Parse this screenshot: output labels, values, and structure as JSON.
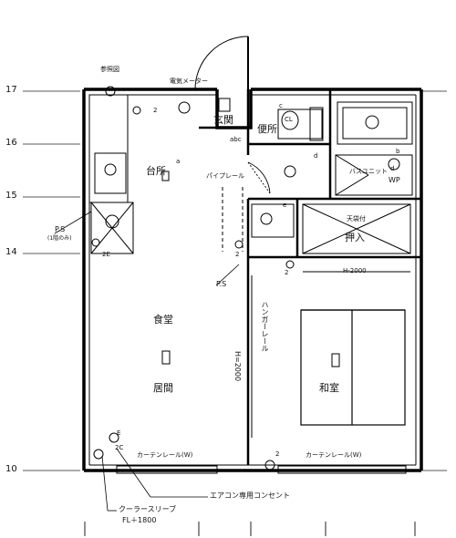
{
  "rooms": {
    "entrance": "玄関",
    "toilet": "便所",
    "kitchen": "台所",
    "dining": "食堂",
    "living": "居間",
    "washitsu": "和室",
    "oshiire": "押入",
    "unit_bath": "バスユニット"
  },
  "labels": {
    "top_small": "参照図",
    "meter": "電気メーター",
    "pipe_rail": "パイプレール",
    "ps_left": "P.S",
    "ps_left_note": "(1階のみ)",
    "ps_right": "P.S",
    "hanger_rail": "ハンガーレール",
    "h2000_vertical": "H=2000",
    "h2000_horizontal": "H-2000",
    "curtain_left": "カーテンレール(W)",
    "curtain_right": "カーテンレール(W)",
    "aircon_outlet": "エアコン専用コンセント",
    "cooler_sleeve": "クーラースリーブ",
    "fl_height": "FL＋1800",
    "tenbukuro": "天袋付",
    "wp": "WP",
    "cl": "CL",
    "abc": "abc",
    "a": "a",
    "b": "b",
    "c": "c",
    "d": "d",
    "e": "e",
    "num_2": "2",
    "num_2e": "2E",
    "num_2c": "2C",
    "e_small": "E",
    "margin_17": "17",
    "margin_16": "16",
    "margin_15": "15",
    "margin_14": "14",
    "margin_10": "10"
  }
}
